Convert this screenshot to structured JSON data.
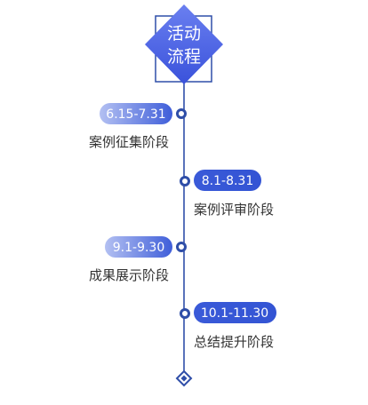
{
  "title": {
    "line1": "活动",
    "line2": "流程"
  },
  "stages": [
    {
      "dates": "6.15-7.31",
      "label": "案例征集阶段"
    },
    {
      "dates": "8.1-8.31",
      "label": "案例评审阶段"
    },
    {
      "dates": "9.1-9.30",
      "label": "成果展示阶段"
    },
    {
      "dates": "10.1-11.30",
      "label": "总结提升阶段"
    }
  ],
  "colors": {
    "line": "#2f4ea8",
    "diamond_top": "#6a7ff0",
    "diamond_bottom": "#3a52db",
    "pill_left": "#aab8f0",
    "pill_right": "#3a5ad8",
    "node": "#2f4ea8"
  }
}
